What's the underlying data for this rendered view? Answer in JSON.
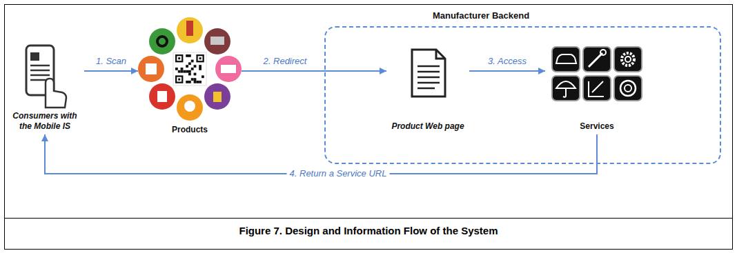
{
  "diagram": {
    "caption": "Figure 7. Design and Information Flow of the System",
    "nodes": [
      {
        "text": [
          "Consumers with the Mobile IS"
        ]
      },
      {
        "text": [
          "Products"
        ]
      },
      {
        "text": [
          "Manufacturer Backend"
        ]
      },
      {
        "text": [
          "Product Web page"
        ],
        "in": 2
      },
      {
        "text": [
          "Services"
        ],
        "in": 2
      }
    ],
    "edges": [
      {
        "from": 0,
        "to": 1,
        "label": "1. Scan",
        "arrow": "to"
      },
      {
        "from": 1,
        "to": 3,
        "label": "2. Redirect",
        "arrow": "to"
      },
      {
        "from": 3,
        "to": 4,
        "label": "3. Access",
        "arrow": "to"
      },
      {
        "from": 4,
        "to": 0,
        "label": "4. Return a Service URL",
        "arrow": "to"
      }
    ]
  }
}
